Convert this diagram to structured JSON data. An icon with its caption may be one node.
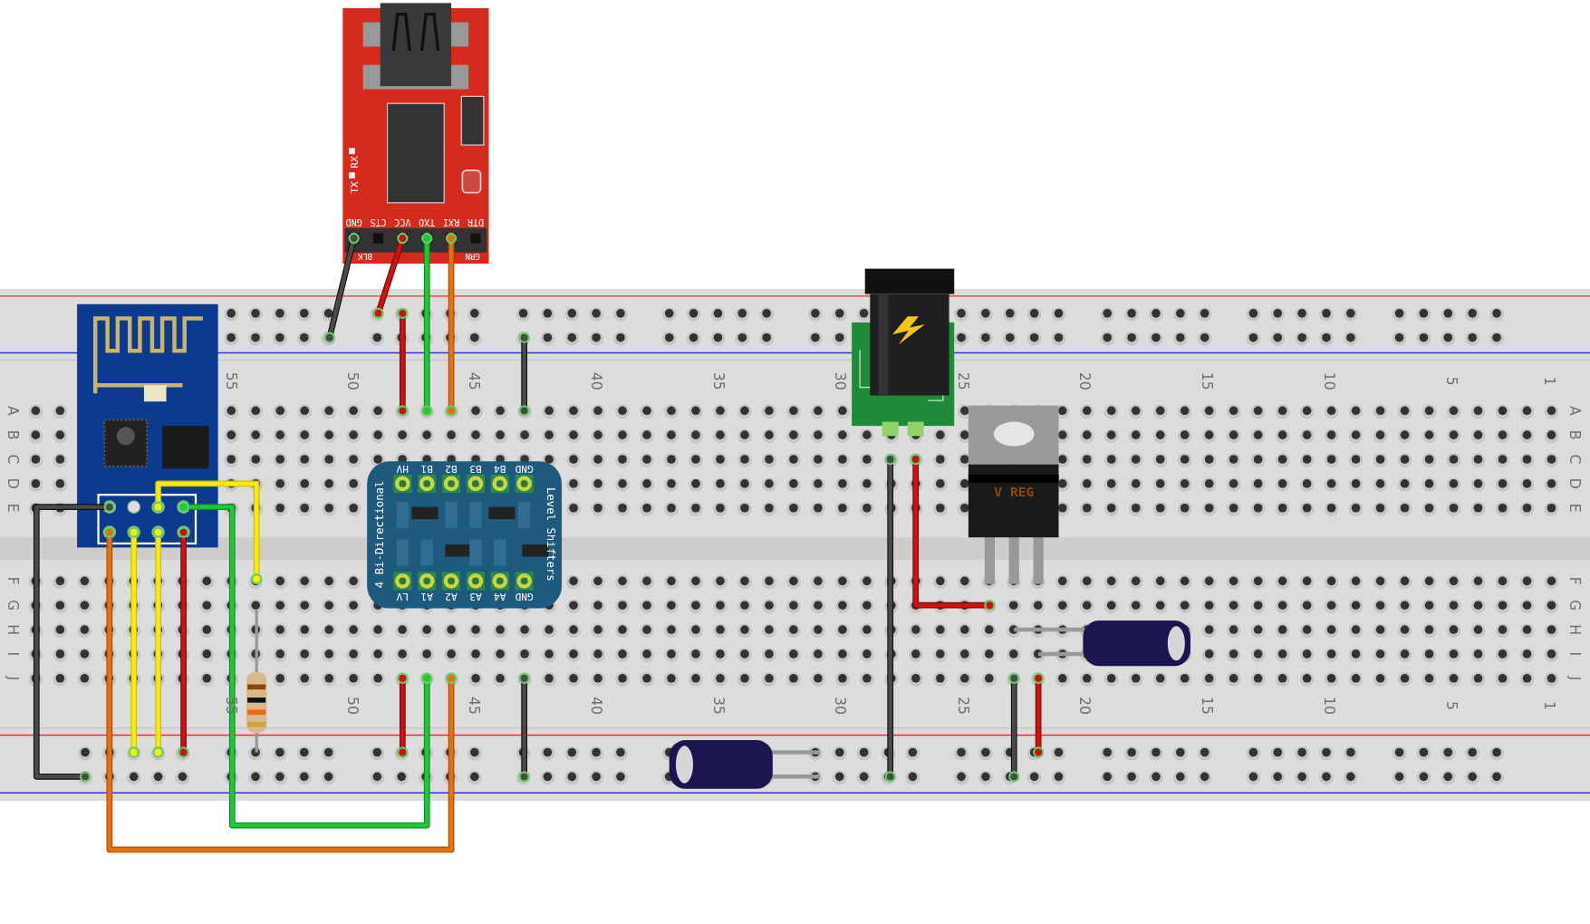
{
  "diagram": {
    "labels": [
      "TX",
      "RX",
      "GND",
      "CTS",
      "VCC",
      "TXO",
      "RXI",
      "DTR",
      "BLK",
      "GRN",
      "55",
      "50",
      "45",
      "40",
      "35",
      "30",
      "25",
      "20",
      "15",
      "10",
      "5",
      "1",
      "A",
      "B",
      "C",
      "D",
      "E",
      "A",
      "B",
      "C",
      "D",
      "E",
      "HV",
      "B1",
      "B2",
      "B3",
      "B4",
      "GND",
      "4 Bi-Directional",
      "Level Shifters",
      "LV",
      "A1",
      "A2",
      "A3",
      "A4",
      "GND",
      "V REG",
      "F",
      "G",
      "H",
      "I",
      "J",
      "F",
      "G",
      "H",
      "I",
      "J",
      "55",
      "50",
      "45",
      "40",
      "35",
      "30",
      "25",
      "20",
      "15",
      "10",
      "5",
      "1"
    ]
  }
}
